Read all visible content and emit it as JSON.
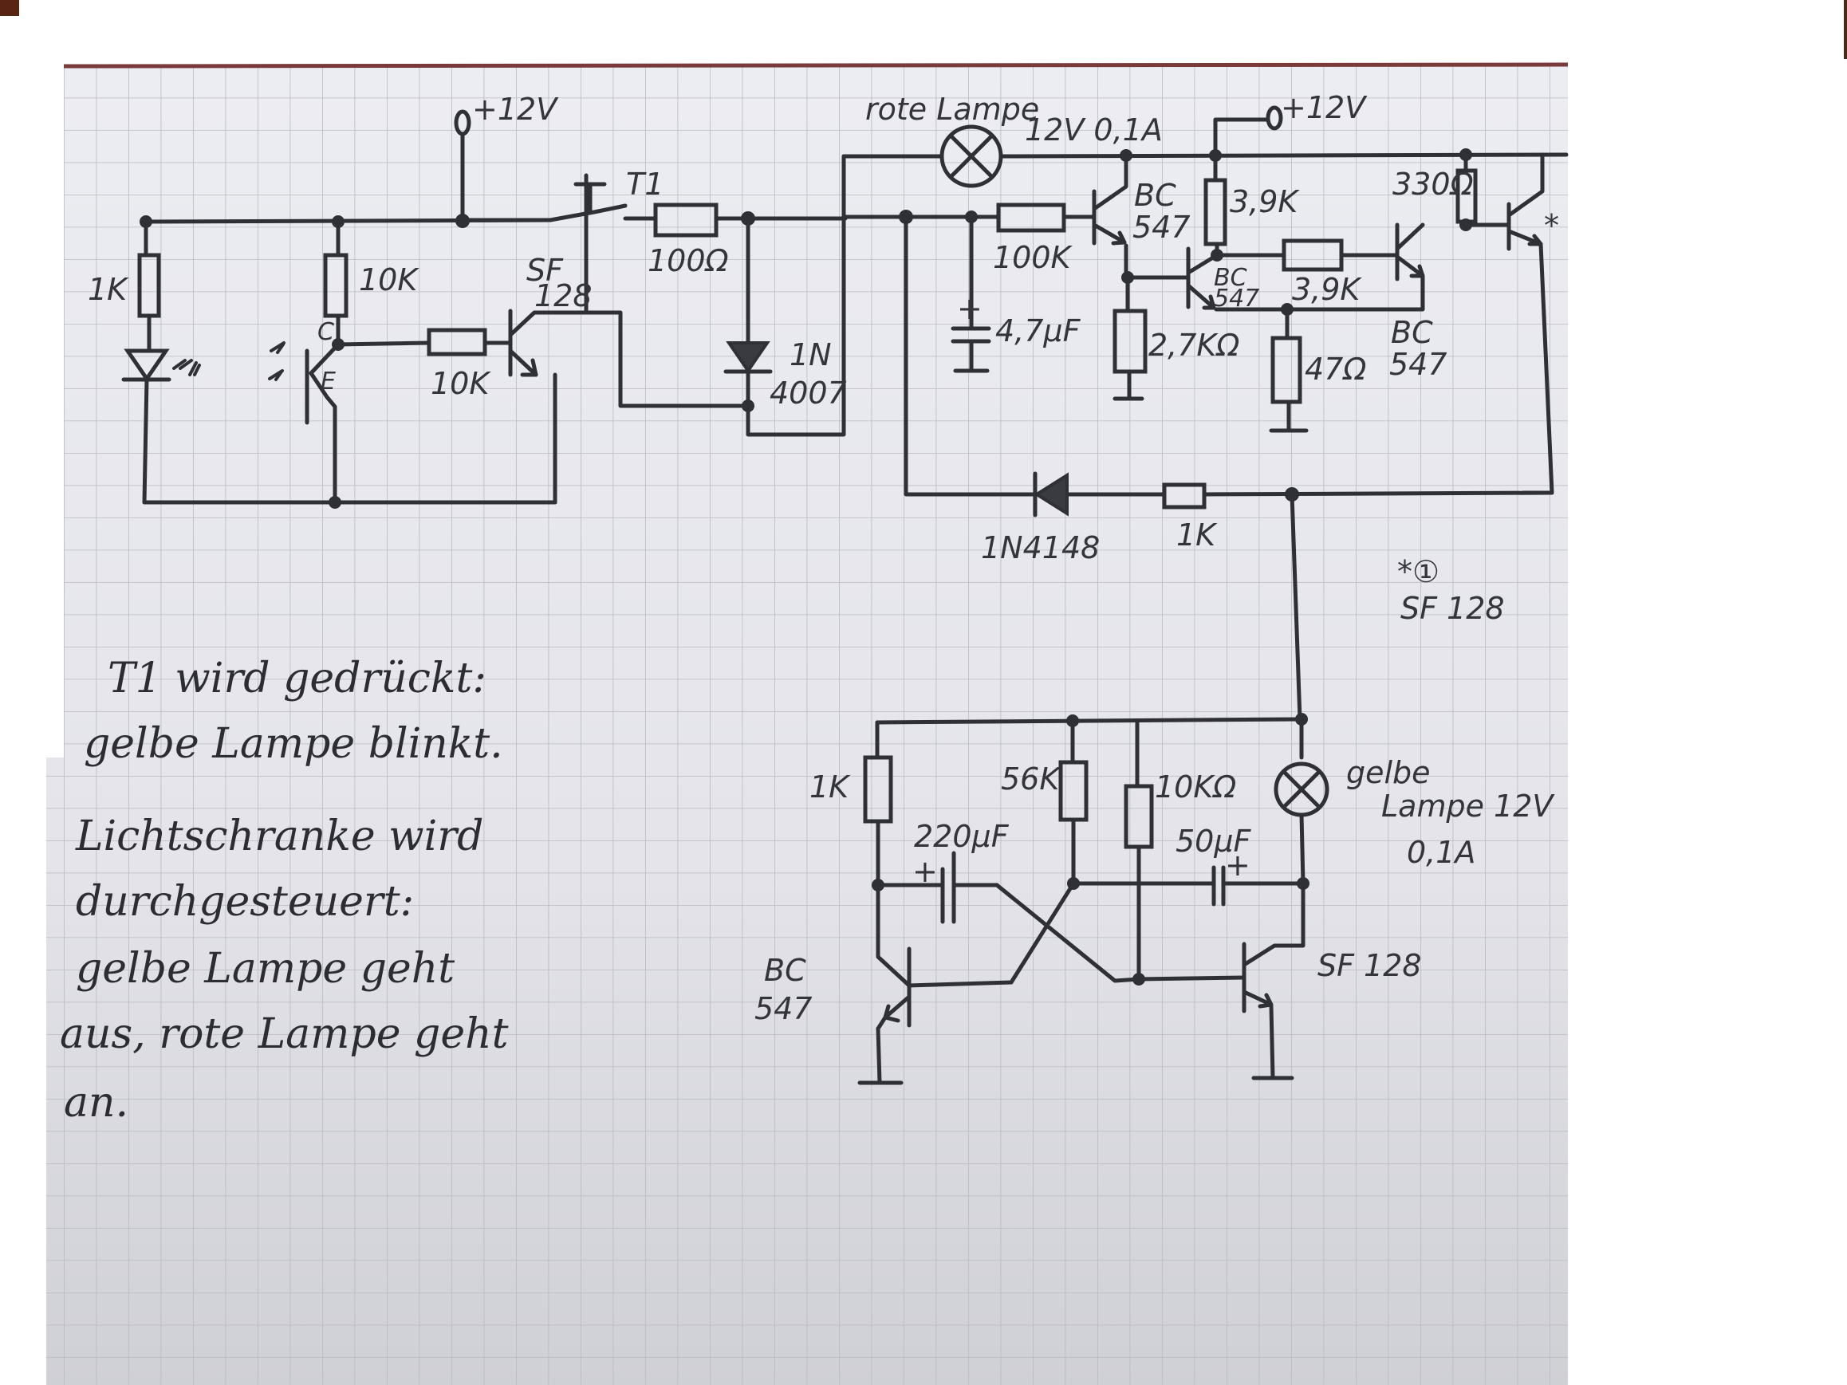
{
  "document": {
    "type": "hand-drawn circuit schematic on squared paper",
    "colors": {
      "paper": "#e6e6ec",
      "grid": "#b9bac2",
      "ink": "#2f3036",
      "paper_edge": "#7a3a3a",
      "corner_marker": "#5a2412"
    }
  },
  "supply": {
    "left_terminal": "+12V",
    "right_terminal": "+12V"
  },
  "components": {
    "r_led": "1K",
    "r_phototransistor": "10K",
    "r_base_sf128": "10K",
    "phototransistor_c": "C",
    "phototransistor_e": "E",
    "t_sf128_top_line1": "SF",
    "t_sf128_top_line2": "128",
    "switch": "T1",
    "r_100": "100Ω",
    "diode_1n4007_line1": "1N",
    "diode_1n4007_line2": "4007",
    "red_lamp_line1": "rote Lampe",
    "red_lamp_line2": "12V 0,1A",
    "cap_4_7": "4,7µF",
    "r_100k": "100K",
    "t_bc547_a_line1": "BC",
    "t_bc547_a_line2": "547",
    "r_2_7k": "2,7KΩ",
    "r_3_9k_top": "3,9K",
    "t_bc547_b_line1": "BC",
    "t_bc547_b_line2": "547",
    "r_3_9k_mid": "3,9K",
    "r_47": "47Ω",
    "r_330": "330Ω",
    "t_bc547_c_line1": "BC",
    "t_bc547_c_line2": "547",
    "star_mark": "*",
    "diode_1n4148": "1N4148",
    "r_1k_feedback": "1K",
    "footnote_line1": "*①",
    "footnote_line2": "SF 128",
    "mv_r_1k": "1K",
    "mv_r_56k": "56K",
    "mv_r_10k": "10KΩ",
    "mv_cap_220": "220µF",
    "mv_cap_50": "50µF",
    "mv_plus": "+",
    "yellow_lamp_line1": "gelbe",
    "yellow_lamp_line2": "Lampe 12V",
    "yellow_lamp_line3": "0,1A",
    "mv_t_left_line1": "BC",
    "mv_t_left_line2": "547",
    "mv_t_right": "SF 128"
  },
  "notes": [
    "T1 wird gedrückt:",
    "gelbe Lampe blinkt.",
    "Lichtschranke wird",
    "durchgesteuert:",
    "gelbe Lampe geht",
    "aus, rote Lampe geht",
    "an."
  ]
}
